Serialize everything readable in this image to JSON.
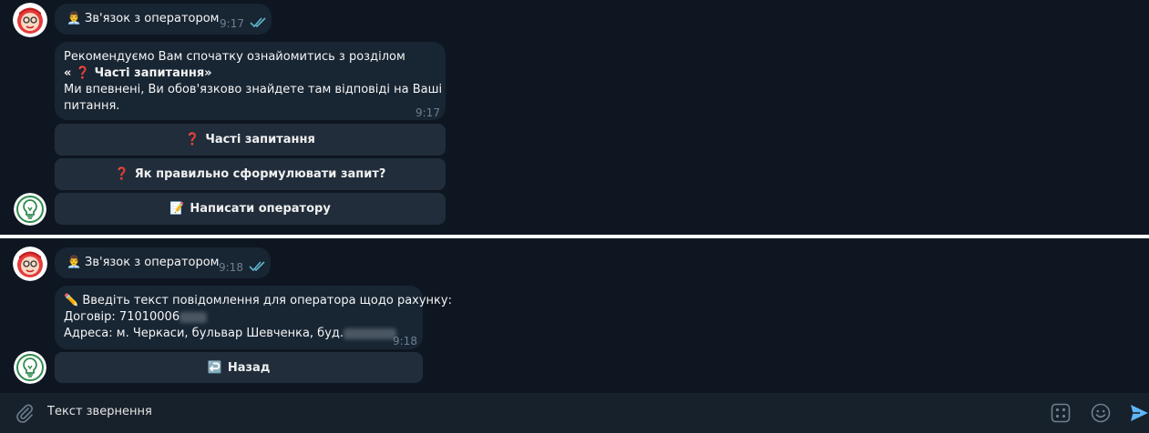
{
  "top": {
    "header_bubble": {
      "emoji": "👨‍💼",
      "text": "Зв'язок з оператором",
      "time": "9:17"
    },
    "message": {
      "line1": "Рекомендуємо Вам спочатку ознайомитись з розділом",
      "line2": "« ❓ Часті запитання»",
      "line3": "Ми впевнені, Ви обов'язково знайдете там відповіді на Ваші",
      "line4": "питання.",
      "time": "9:17"
    },
    "buttons": [
      {
        "emoji": "❓",
        "label": "Часті запитання"
      },
      {
        "emoji": "❓",
        "label": "Як правильно сформулювати запит?"
      },
      {
        "emoji": "📝",
        "label": "Написати оператору"
      }
    ]
  },
  "bottom": {
    "header_bubble": {
      "emoji": "👨‍💼",
      "text": "Зв'язок з оператором",
      "time": "9:18"
    },
    "message": {
      "line1": "✏️ Введіть текст повідомлення для оператора щодо рахунку:",
      "line2": "Договір: 71010006",
      "line3": "Адреса: м. Черкаси, бульвар Шевченка, буд.",
      "time": "9:18"
    },
    "buttons": [
      {
        "emoji": "↩️",
        "label": "Назад"
      }
    ]
  },
  "composer": {
    "placeholder": "Текст звернення"
  },
  "colors": {
    "background": "#0e1621",
    "bubble": "#182533",
    "button": "#212d3b",
    "composer": "#17212b",
    "ticks": "#5fb6c9",
    "send": "#5eb5f7"
  },
  "icons": [
    "user-avatar-icon",
    "bot-avatar-icon",
    "read-ticks-icon",
    "attach-icon",
    "bot-commands-icon",
    "emoji-icon",
    "send-icon"
  ]
}
